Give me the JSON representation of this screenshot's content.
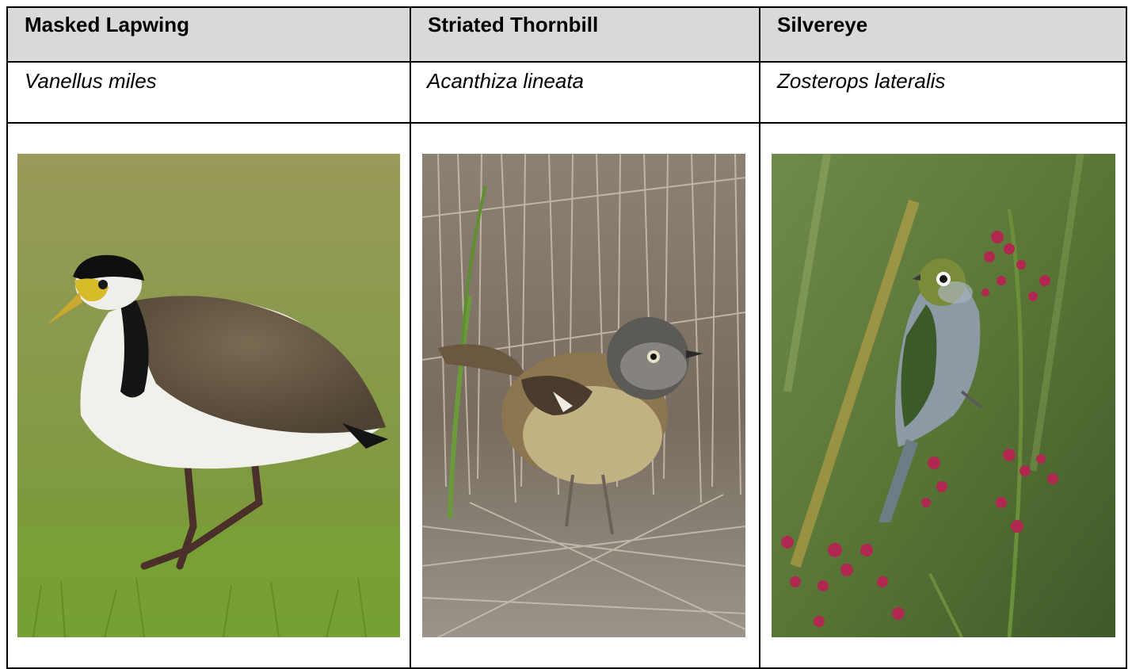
{
  "columns": [
    {
      "common_name": "Masked Lapwing",
      "scientific_name": "Vanellus miles",
      "photo_icon": "masked-lapwing-photo",
      "colors": {
        "grass": "#8aa045",
        "body": "#6b5a45",
        "cap": "#0e0e0e",
        "wattle": "#e0c028",
        "white": "#f4f2ee"
      }
    },
    {
      "common_name": "Striated Thornbill",
      "scientific_name": "Acanthiza lineata",
      "photo_icon": "striated-thornbill-photo",
      "colors": {
        "reeds": "#8a7f72",
        "body": "#8e7a55",
        "breast": "#c9b98a",
        "head": "#5c5a55"
      }
    },
    {
      "common_name": "Silvereye",
      "scientific_name": "Zosterops lateralis",
      "photo_icon": "silvereye-photo",
      "colors": {
        "background": "#5c7a3a",
        "body": "#8d9aa4",
        "head": "#7a8c3a",
        "berries": "#b02850"
      }
    }
  ]
}
